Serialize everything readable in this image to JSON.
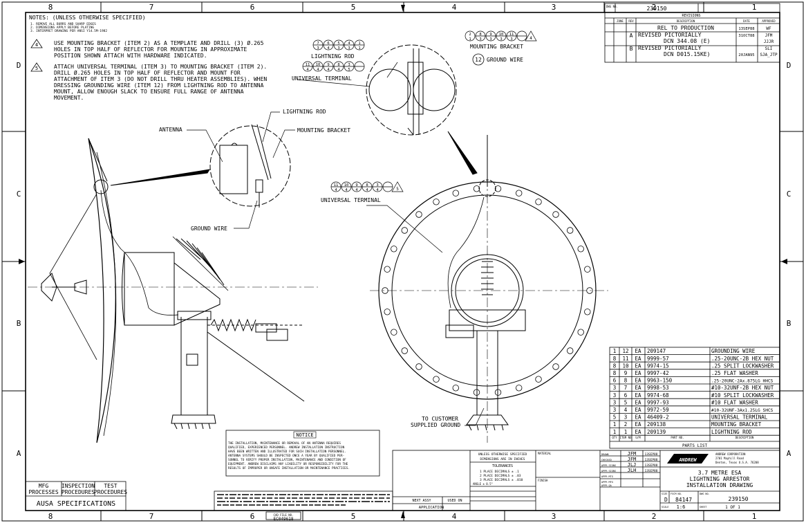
{
  "border": {
    "top_zones": [
      "8",
      "7",
      "6",
      "5",
      "4",
      "3",
      "2",
      "1"
    ],
    "side_zones": [
      "D",
      "C",
      "B",
      "A"
    ]
  },
  "notes": {
    "header": "NOTES: (UNLESS OTHERWISE SPECIFIED)",
    "general": [
      "1. REMOVE ALL BURRS AND SHARP EDGES",
      "2. DIMENSIONS APPLY BEFORE PLATING",
      "3. INTERPRET DRAWING PER ANSI Y14.5M-1982"
    ],
    "note4_id": "4",
    "note4": [
      "USE MOUNTING BRACKET (ITEM 2) AS A TEMPLATE AND DRILL (3) Ø.265",
      "HOLES IN TOP HALF OF REFLECTOR FOR MOUNTING IN APPROXIMATE",
      "POSITION SHOWN ATTACH WITH HARDWARE INDICATED."
    ],
    "note5_id": "5",
    "note5": [
      "ATTACH UNIVERSAL TERMINAL (ITEM 3) TO MOUNTING BRACKET (ITEM 2).",
      "DRILL Ø.265 HOLES IN TOP HALF OF REFLECTOR AND MOUNT FOR",
      "ATTACHMENT OF ITEM 3 (DO NOT DRILL THRU HEATER ASSEMBLIES). WHEN",
      "DRESSING GROUNDING WIRE (ITEM 12) FROM LIGHTNING ROD TO ANTENNA",
      "MOUNT, ALLOW ENOUGH SLACK TO ENSURE FULL RANGE OF ANTENNA",
      "MOVEMENT."
    ]
  },
  "callouts": {
    "lightning_rod": "LIGHTNING ROD",
    "mounting_bracket": "MOUNTING BRACKET",
    "universal_terminal": "UNIVERSAL TERMINAL",
    "ground_wire": "GROUND WIRE",
    "antenna": "ANTENNA",
    "to_customer_1": "TO CUSTOMER",
    "to_customer_2": "SUPPLIED GROUND",
    "balloon_12": "12"
  },
  "revisions": {
    "dwg_no_label": "DWG NO.",
    "dwg_no": "239150",
    "title": "REVISIONS",
    "headers": [
      "ZONE",
      "REV",
      "DESCRIPTION",
      "DATE",
      "APPROVED"
    ],
    "rows": [
      {
        "zone": "",
        "rev": "",
        "desc": "REL TO PRODUCTION",
        "date": "13SEP88",
        "appr": "WF"
      },
      {
        "zone": "",
        "rev": "A",
        "desc": "REVISED PICTORIALLY",
        "desc2": "DCN 344.08 (E)",
        "date": "31OCT88",
        "appr": "JFM",
        "appr2": "JJJR"
      },
      {
        "zone": "",
        "rev": "B",
        "desc": "REVISED PICTORIALLY",
        "desc2": "DCN D015.15KE)",
        "date": "20JAN95",
        "appr": "SLI",
        "appr2": "SJA_JTP"
      }
    ]
  },
  "parts_list": {
    "title": "PARTS LIST",
    "header": [
      "QTY",
      "ITEM NO",
      "U/M",
      "PART NO.",
      "DESCRIPTION"
    ],
    "rows": [
      [
        "1",
        "12",
        "EA",
        "209147",
        "GROUNDING WIRE"
      ],
      [
        "8",
        "11",
        "EA",
        "9999-57",
        ".25-20UNC-2B HEX NUT"
      ],
      [
        "8",
        "10",
        "EA",
        "9974-15",
        ".25 SPLIT LOCKWASHER"
      ],
      [
        "8",
        "9",
        "EA",
        "9997-42",
        ".25 FLAT WASHER"
      ],
      [
        "6",
        "8",
        "EA",
        "9963-150",
        ".25-20UNC-2Ax.875LG HHCS"
      ],
      [
        "3",
        "7",
        "EA",
        "9998-53",
        "#10-32UNF-2B HEX NUT"
      ],
      [
        "3",
        "6",
        "EA",
        "9974-68",
        "#10 SPLIT LOCKWASHER"
      ],
      [
        "3",
        "5",
        "EA",
        "9997-93",
        "#10 FLAT WASHER"
      ],
      [
        "3",
        "4",
        "EA",
        "9972-59",
        "#10-32UNF-3Ax1.25LG SHCS"
      ],
      [
        "5",
        "3",
        "EA",
        "46409-2",
        "UNIVERSAL TERMINAL"
      ],
      [
        "1",
        "2",
        "EA",
        "209138",
        "MOUNTING BRACKET"
      ],
      [
        "1",
        "1",
        "EA",
        "209139",
        "LIGHTNING ROD"
      ]
    ]
  },
  "title_block": {
    "company": "ANDREW CORPORATION",
    "address1": "2701 Mayhill Road",
    "address2": "Denton, Texas U.S.A. 76208",
    "logo": "ANDREW",
    "title1": "3.7 METRE ESA",
    "title2": "LIGHTNING ARRESTOR",
    "title3": "INSTALLATION DRAWING",
    "size_label": "SIZE",
    "size": "D",
    "fscm_label": "FSCM NO.",
    "fscm": "84147",
    "dwg_label": "DWG NO.",
    "dwg_no": "239150",
    "scale_label": "SCALE",
    "scale": "1:6",
    "sheet_label": "SHEET",
    "sheet": "1 OF 1",
    "sign_rows": [
      {
        "label": "DRAWN",
        "name": "JFM",
        "date": "13SEP88"
      },
      {
        "label": "CHECKED",
        "name": "JFM",
        "date": "13SEP88"
      },
      {
        "label": "APPR SIGNS",
        "name": "JLJ",
        "date": "13SEP88"
      },
      {
        "label": "APPR SIGNS",
        "name": "JLH",
        "date": "13SEP88"
      },
      {
        "label": "APPR MTG",
        "name": "",
        "date": ""
      },
      {
        "label": "APPR MFG",
        "name": "",
        "date": ""
      },
      {
        "label": "APPR QA",
        "name": "",
        "date": ""
      }
    ],
    "tolerances_head1": "UNLESS OTHERWISE SPECIFIED",
    "tolerances_head2": "DIMENSIONS ARE IN INCHES",
    "tolerances_title": "TOLERANCES",
    "tolerances": [
      "1 PLACE DECIMALS ± .1",
      "2 PLACE DECIMALS ± .03",
      "3 PLACE DECIMALS ± .010",
      "ANGLE ± 0.5°"
    ],
    "material_label": "MATERIAL",
    "finish_label": "FINISH",
    "next_assy": "NEXT ASSY",
    "used_on": "USED ON",
    "application": "APPLICATION",
    "cad_file_label": "CAD FILE NO.",
    "cad_file": "EC049618"
  },
  "notice": {
    "title": "NOTICE",
    "lines": [
      "THE INSTALLATION, MAINTENANCE OR REMOVAL OF AN ANTENNA REQUIRES",
      "QUALIFIED, EXPERIENCED PERSONNEL. ANDREW INSTALLATION INSTRUCTION",
      "HAVE BEEN WRITTEN AND ILLUSTRATED FOR SUCH INSTALLATION PERSONNEL.",
      "ANTENNA SYSTEMS SHOULD BE INSPECTED ONCE A YEAR BY QUALIFIED PER-",
      "SONNEL TO VERIFY PROPER INSTALLATION, MAINTENANCE AND CONDITION OF",
      "EQUIPMENT. ANDREW DISCLAIMS ANY LIABILITY OR RESPONSIBILITY FOR THE",
      "RESULTS OF IMPROPER OR UNSAFE INSTALLATION OR MAINTENANCE PRACTICES."
    ]
  },
  "specs": {
    "mfg": "MFG",
    "processes": "PROCESSES",
    "inspection": "INSPECTION",
    "test": "TEST",
    "procedures": "PROCEDURES",
    "ausa": "AUSA SPECIFICATIONS"
  }
}
